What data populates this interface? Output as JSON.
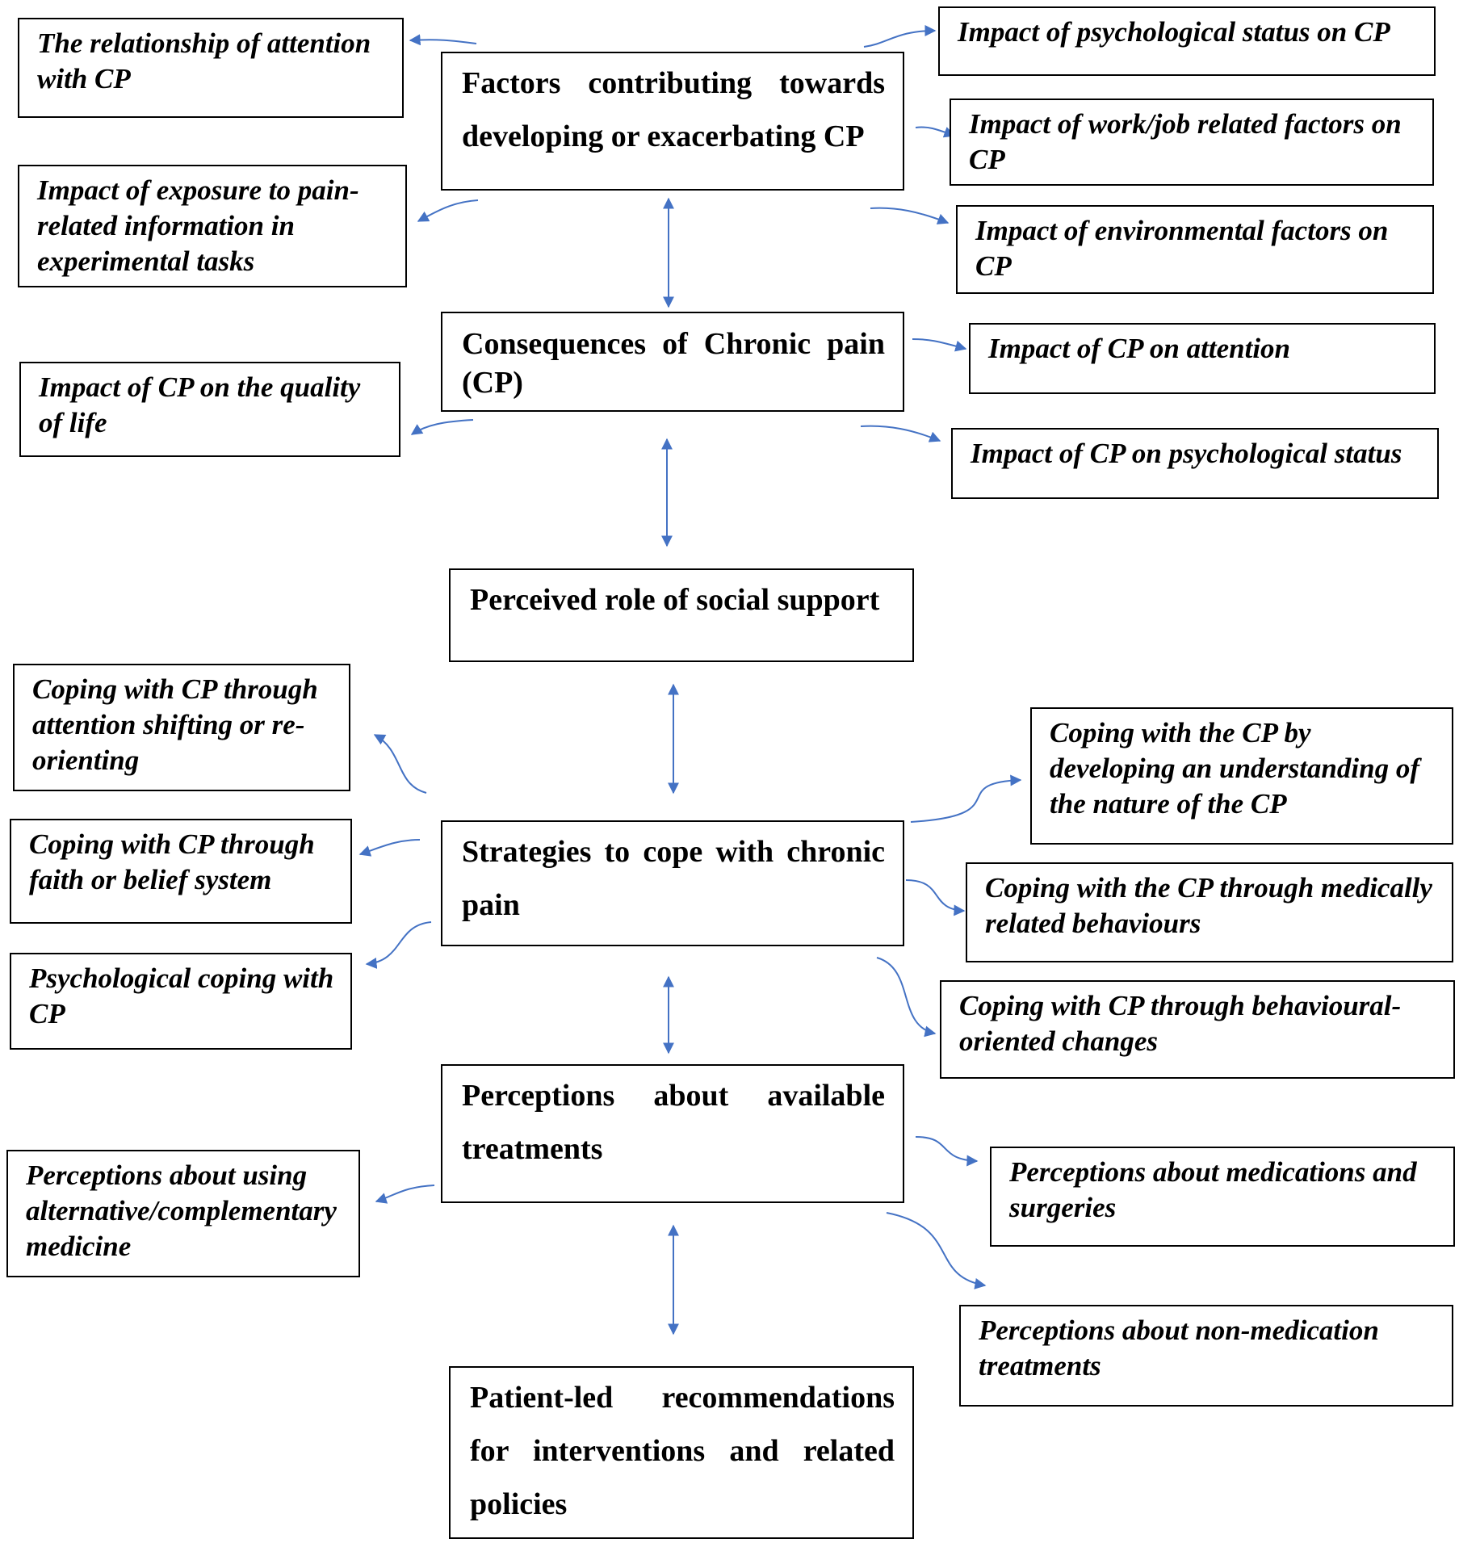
{
  "main_nodes": [
    {
      "id": "factors",
      "label": "Factors contributing towards developing or exacerbating CP"
    },
    {
      "id": "consequences",
      "label": "Consequences of Chronic pain (CP)"
    },
    {
      "id": "social",
      "label": "Perceived role of social support"
    },
    {
      "id": "strategies",
      "label": "Strategies to cope with chronic pain"
    },
    {
      "id": "perceptions",
      "label": "Perceptions about available treatments"
    },
    {
      "id": "recommendations",
      "label": "Patient-led recommendations for interventions and related policies"
    }
  ],
  "sub_nodes": {
    "factors": [
      {
        "label": "The relationship of attention with CP"
      },
      {
        "label": "Impact of exposure to pain-related information in experimental tasks"
      },
      {
        "label": "Impact of psychological status on CP"
      },
      {
        "label": "Impact of work/job related factors on CP"
      },
      {
        "label": "Impact of environmental factors on CP"
      }
    ],
    "consequences": [
      {
        "label": "Impact of CP on the quality of life"
      },
      {
        "label": "Impact of CP on attention"
      },
      {
        "label": "Impact of CP on psychological status"
      }
    ],
    "strategies": [
      {
        "label": "Coping with CP through attention shifting or re-orienting"
      },
      {
        "label": "Coping with CP through faith or belief system"
      },
      {
        "label": "Psychological coping with CP"
      },
      {
        "label": "Coping with the CP by developing an understanding of the nature of the CP"
      },
      {
        "label": "Coping with the CP through medically related behaviours"
      },
      {
        "label": "Coping with CP through behavioural-oriented changes"
      }
    ],
    "perceptions": [
      {
        "label": "Perceptions about using alternative/complementary medicine"
      },
      {
        "label": "Perceptions about medications and surgeries"
      },
      {
        "label": "Perceptions about non-medication treatments"
      }
    ]
  },
  "colors": {
    "arrow": "#4472C4",
    "border": "#000000",
    "text": "#000000"
  }
}
